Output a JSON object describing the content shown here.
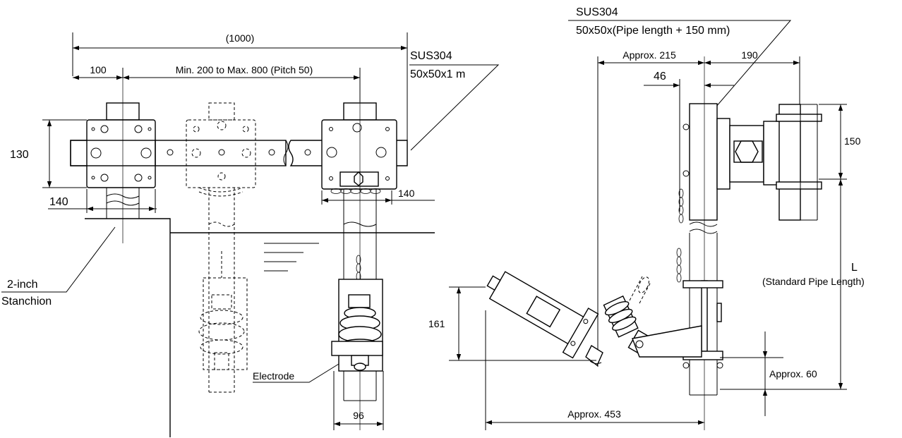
{
  "left_view": {
    "dim_overall": "(1000)",
    "dim_100": "100",
    "dim_range": "Min. 200 to Max. 800 (Pitch 50)",
    "material": "SUS304",
    "material_size": "50x50x1 m",
    "dim_130": "130",
    "dim_140_left": "140",
    "dim_140_right": "140",
    "stanchion_line1": "2-inch",
    "stanchion_line2": "Stanchion",
    "electrode": "Electrode",
    "dim_96": "96"
  },
  "right_view": {
    "material": "SUS304",
    "material_size": "50x50x(Pipe length + 150 mm)",
    "dim_215": "Approx. 215",
    "dim_190": "190",
    "dim_46": "46",
    "dim_150": "150",
    "pipe_length_symbol": "L",
    "pipe_length_desc": "(Standard Pipe Length)",
    "dim_161": "161",
    "dim_60": "Approx. 60",
    "dim_453": "Approx. 453"
  }
}
